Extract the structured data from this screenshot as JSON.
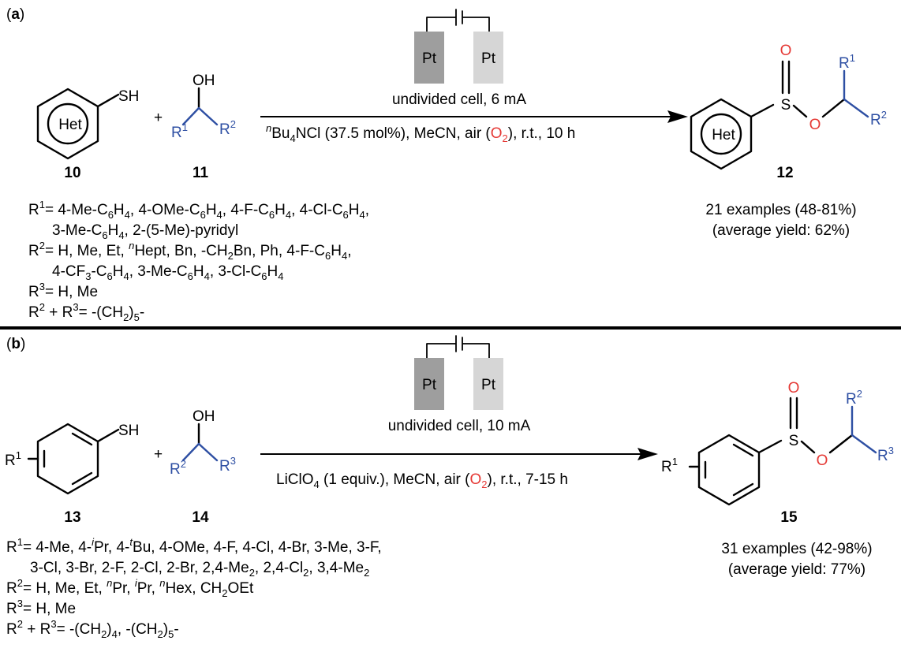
{
  "panel_a": {
    "label": "a",
    "electrode_left": "Pt",
    "electrode_right": "Pt",
    "cond_line1": "undivided cell, 6 mA",
    "cond_line2": {
      "sup": "n",
      "p1": "Bu",
      "sub": "4",
      "p2": "NCl (37.5 mol%), MeCN, air (",
      "o2": "O",
      "o2sub": "2",
      "p3": "), r.t., 10 h"
    },
    "compound_10": "10",
    "compound_11": "11",
    "compound_12": "12",
    "het": "Het",
    "sh": "SH",
    "oh": "OH",
    "plus": "+",
    "r1": "R",
    "r1_sup": "1",
    "r2": "R",
    "r2_sup": "2",
    "s": "S",
    "o": "O",
    "results_1": "21 examples (48-81%)",
    "results_2": "(average yield: 62%)",
    "subst": {
      "r1_line": "= 4-Me-C6H4, 4-OMe-C6H4, 4-F-C6H4, 4-Cl-C6H4,",
      "r1_line2": "3-Me-C6H4, 2-(5-Me)-pyridyl",
      "r2_line": "= H, Me, Et, nHept, Bn, -CH2Bn, Ph, 4-F-C6H4,",
      "r2_line2": "4-CF3-C6H4, 3-Me-C6H4, 3-Cl-C6H4",
      "r3_line": "= H, Me",
      "r23_line": "= -(CH2)5-"
    }
  },
  "panel_b": {
    "label": "b",
    "electrode_left": "Pt",
    "electrode_right": "Pt",
    "cond_line1": "undivided cell, 10 mA",
    "cond_line2": {
      "p1": "LiClO",
      "sub": "4",
      "p2": " (1 equiv.), MeCN, air (",
      "o2": "O",
      "o2sub": "2",
      "p3": "), r.t., 7-15 h"
    },
    "compound_13": "13",
    "compound_14": "14",
    "compound_15": "15",
    "sh": "SH",
    "oh": "OH",
    "plus": "+",
    "s": "S",
    "o": "O",
    "results_1": "31 examples (42-98%)",
    "results_2": "(average yield: 77%)",
    "subst": {
      "r1_line": "= 4-Me, 4-iPr, 4-tBu, 4-OMe, 4-F, 4-Cl, 4-Br, 3-Me, 3-F,",
      "r1_line2": "3-Cl, 3-Br, 2-F, 2-Cl, 2-Br, 2,4-Me2, 2,4-Cl2, 3,4-Me2",
      "r2_line": "= H, Me, Et, nPr, iPr, nHex, CH2OEt",
      "r3_line": "= H, Me",
      "r23_line": "= -(CH2)4, -(CH2)5-"
    }
  },
  "colors": {
    "substituent": "#2E4FA3",
    "oxygen": "#E53935",
    "electrode_dark": "#9E9E9E",
    "electrode_light": "#D6D6D6"
  }
}
